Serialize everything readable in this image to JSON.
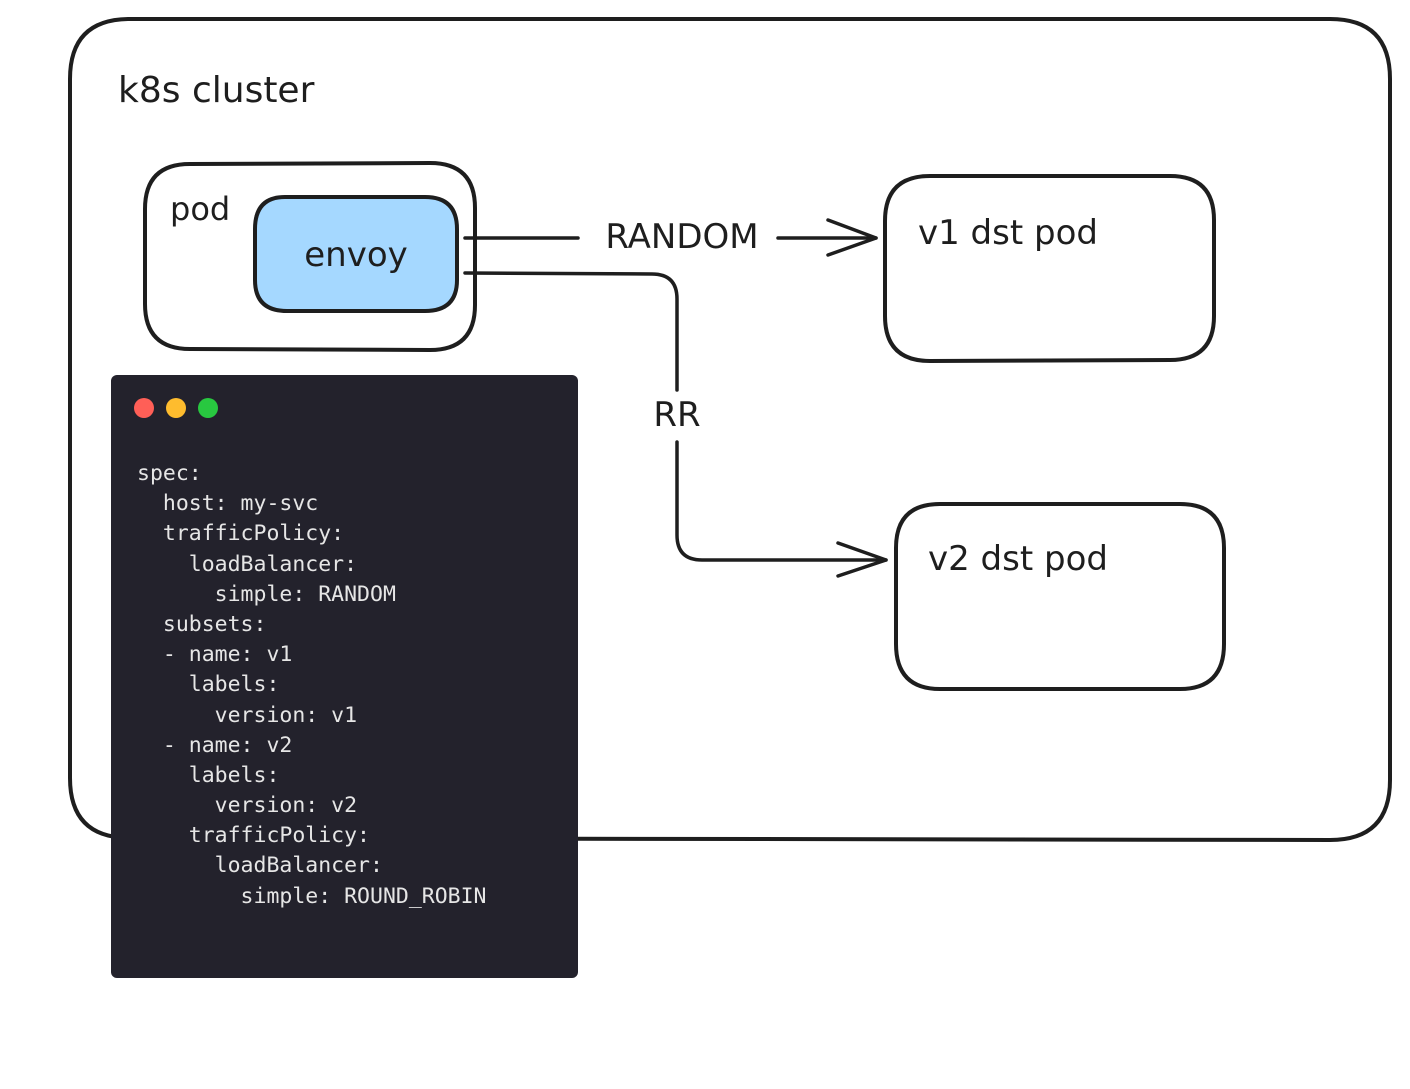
{
  "diagram": {
    "cluster": {
      "label": "k8s cluster"
    },
    "source_pod": {
      "label": "pod",
      "sidecar": {
        "label": "envoy",
        "fill_color": "#a5d8ff"
      }
    },
    "destinations": [
      {
        "label": "v1 dst pod"
      },
      {
        "label": "v2 dst pod"
      }
    ],
    "edges": [
      {
        "from": "envoy",
        "to": "v1 dst pod",
        "label": "RANDOM"
      },
      {
        "from": "envoy",
        "to": "v2 dst pod",
        "label": "RR"
      }
    ],
    "stroke_color": "#1e1e1e"
  },
  "code_panel": {
    "window_buttons": [
      {
        "name": "close",
        "color": "#ff5f57"
      },
      {
        "name": "minimize",
        "color": "#febc2e"
      },
      {
        "name": "maximize",
        "color": "#28c840"
      }
    ],
    "background_color": "#23222c",
    "lines": [
      "spec:",
      "  host: my-svc",
      "  trafficPolicy:",
      "    loadBalancer:",
      "      simple: RANDOM",
      "  subsets:",
      "  - name: v1",
      "    labels:",
      "      version: v1",
      "  - name: v2",
      "    labels:",
      "      version: v2",
      "    trafficPolicy:",
      "      loadBalancer:",
      "        simple: ROUND_ROBIN"
    ]
  }
}
